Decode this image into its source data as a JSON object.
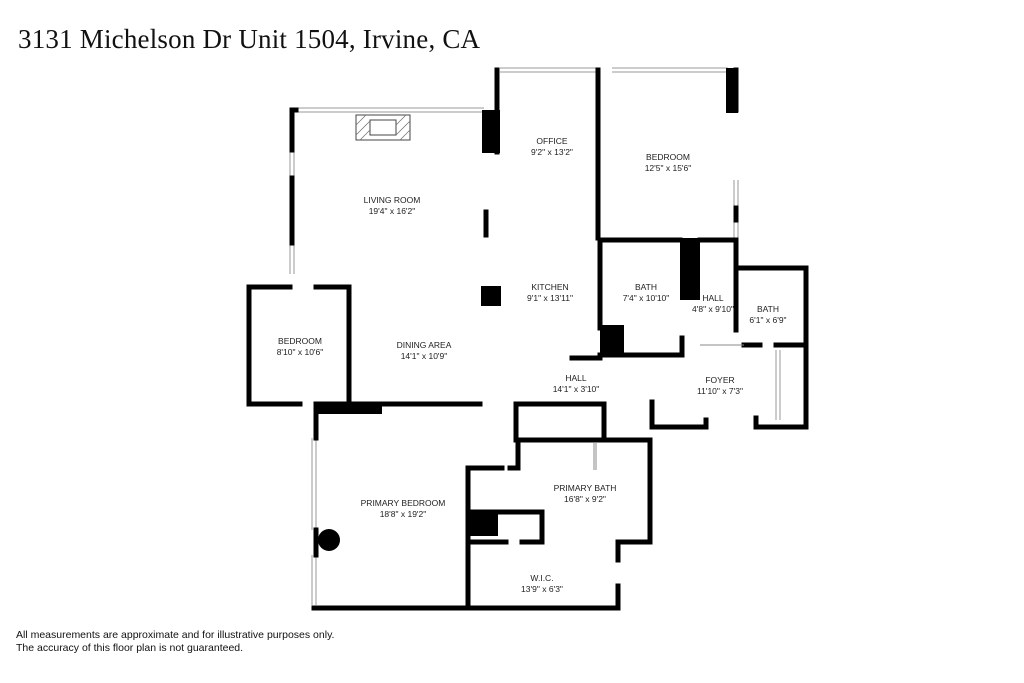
{
  "header": {
    "title": "3131 Michelson Dr Unit 1504, Irvine, CA"
  },
  "rooms": {
    "office": {
      "name": "OFFICE",
      "dims": "9'2\" x 13'2\""
    },
    "bedroom_ne": {
      "name": "BEDROOM",
      "dims": "12'5\" x 15'6\""
    },
    "living_room": {
      "name": "LIVING ROOM",
      "dims": "19'4\" x 16'2\""
    },
    "kitchen": {
      "name": "KITCHEN",
      "dims": "9'1\" x 13'11\""
    },
    "bath_1": {
      "name": "BATH",
      "dims": "7'4\" x 10'10\""
    },
    "hall_1": {
      "name": "HALL",
      "dims": "4'8\" x 9'10\""
    },
    "bath_2": {
      "name": "BATH",
      "dims": "6'1\" x 6'9\""
    },
    "bedroom_w": {
      "name": "BEDROOM",
      "dims": "8'10\" x 10'6\""
    },
    "dining_area": {
      "name": "DINING AREA",
      "dims": "14'1\" x 10'9\""
    },
    "hall_2": {
      "name": "HALL",
      "dims": "14'1\" x 3'10\""
    },
    "foyer": {
      "name": "FOYER",
      "dims": "11'10\" x 7'3\""
    },
    "primary_bath": {
      "name": "PRIMARY BATH",
      "dims": "16'8\" x 9'2\""
    },
    "primary_bedroom": {
      "name": "PRIMARY BEDROOM",
      "dims": "18'8\" x 19'2\""
    },
    "wic": {
      "name": "W.I.C.",
      "dims": "13'9\" x 6'3\""
    }
  },
  "footer": {
    "line1": "All measurements are approximate and for illustrative purposes only.",
    "line2": "The accuracy of this floor plan is not guaranteed."
  },
  "colors": {
    "wall": "#000000",
    "window": "#9a9a9a",
    "background": "#ffffff"
  }
}
